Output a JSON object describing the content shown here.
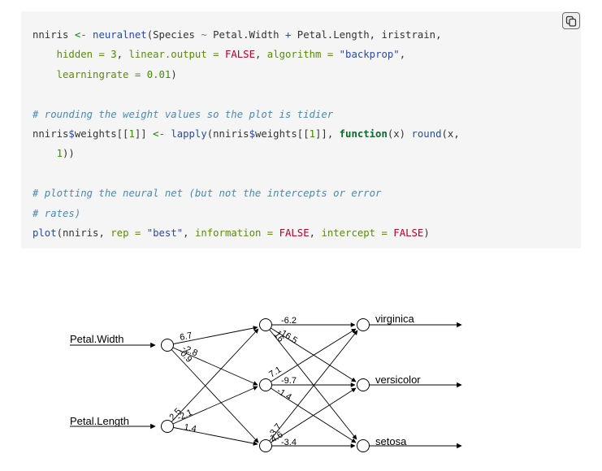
{
  "code_block": {
    "lines": [
      [
        {
          "t": "nniris ",
          "c": "ident"
        },
        {
          "t": "<-",
          "c": "op"
        },
        {
          "t": " ",
          "c": "ident"
        },
        {
          "t": "neuralnet",
          "c": "fn"
        },
        {
          "t": "(Species ",
          "c": "ident"
        },
        {
          "t": "~",
          "c": "tilde"
        },
        {
          "t": " Petal.Width ",
          "c": "ident"
        },
        {
          "t": "+",
          "c": "fn"
        },
        {
          "t": " Petal.Length, iristrain,",
          "c": "ident"
        }
      ],
      [
        {
          "t": "    ",
          "c": "ident"
        },
        {
          "t": "hidden",
          "c": "arg"
        },
        {
          "t": " = ",
          "c": "arg"
        },
        {
          "t": "3",
          "c": "num"
        },
        {
          "t": ", ",
          "c": "ident"
        },
        {
          "t": "linear.output",
          "c": "arg"
        },
        {
          "t": " = ",
          "c": "arg"
        },
        {
          "t": "FALSE",
          "c": "const"
        },
        {
          "t": ", ",
          "c": "ident"
        },
        {
          "t": "algorithm",
          "c": "arg"
        },
        {
          "t": " = ",
          "c": "arg"
        },
        {
          "t": "\"backprop\"",
          "c": "str"
        },
        {
          "t": ",",
          "c": "ident"
        }
      ],
      [
        {
          "t": "    ",
          "c": "ident"
        },
        {
          "t": "learningrate",
          "c": "arg"
        },
        {
          "t": " = ",
          "c": "arg"
        },
        {
          "t": "0.01",
          "c": "num"
        },
        {
          "t": ")",
          "c": "ident"
        }
      ],
      [],
      [
        {
          "t": "# rounding the weight values so the plot is tidier",
          "c": "comment"
        }
      ],
      [
        {
          "t": "nniris",
          "c": "ident"
        },
        {
          "t": "$",
          "c": "fn"
        },
        {
          "t": "weights[[",
          "c": "ident"
        },
        {
          "t": "1",
          "c": "num"
        },
        {
          "t": "]] ",
          "c": "ident"
        },
        {
          "t": "<-",
          "c": "op"
        },
        {
          "t": " ",
          "c": "ident"
        },
        {
          "t": "lapply",
          "c": "fn"
        },
        {
          "t": "(nniris",
          "c": "ident"
        },
        {
          "t": "$",
          "c": "fn"
        },
        {
          "t": "weights[[",
          "c": "ident"
        },
        {
          "t": "1",
          "c": "num"
        },
        {
          "t": "]], ",
          "c": "ident"
        },
        {
          "t": "function",
          "c": "kw"
        },
        {
          "t": "(x) ",
          "c": "ident"
        },
        {
          "t": "round",
          "c": "fn"
        },
        {
          "t": "(x,",
          "c": "ident"
        }
      ],
      [
        {
          "t": "    ",
          "c": "ident"
        },
        {
          "t": "1",
          "c": "num"
        },
        {
          "t": "))",
          "c": "ident"
        }
      ],
      [],
      [
        {
          "t": "# plotting the neural net (but not the intercepts or error",
          "c": "comment"
        }
      ],
      [
        {
          "t": "# rates)",
          "c": "comment"
        }
      ],
      [
        {
          "t": "plot",
          "c": "fn"
        },
        {
          "t": "(nniris, ",
          "c": "ident"
        },
        {
          "t": "rep",
          "c": "arg"
        },
        {
          "t": " = ",
          "c": "arg"
        },
        {
          "t": "\"best\"",
          "c": "str"
        },
        {
          "t": ", ",
          "c": "ident"
        },
        {
          "t": "information",
          "c": "arg"
        },
        {
          "t": " = ",
          "c": "arg"
        },
        {
          "t": "FALSE",
          "c": "const"
        },
        {
          "t": ", ",
          "c": "ident"
        },
        {
          "t": "intercept",
          "c": "arg"
        },
        {
          "t": " = ",
          "c": "arg"
        },
        {
          "t": "FALSE",
          "c": "const"
        },
        {
          "t": ")",
          "c": "ident"
        }
      ]
    ]
  },
  "copy_button": {
    "icon": "copy-icon"
  },
  "plot": {
    "inputs": {
      "petal_width": "Petal.Width",
      "petal_length": "Petal.Length"
    },
    "outputs": {
      "virginica": "virginica",
      "versicolor": "versicolor",
      "setosa": "setosa"
    },
    "weights": {
      "w_i1_h1": "6.7",
      "w_i1_h2": "-2.8",
      "w_i1_h3": "-0.9",
      "w_i2_h1": "2.5",
      "w_i2_h2": "-2.1",
      "w_i2_h3": "1.4",
      "w_h1_o1": "-6.2",
      "w_h1_o2": "-16.5",
      "w_h1_o3": "16",
      "w_h2_o1": "7.1",
      "w_h2_o2": "-9.7",
      "w_h2_o3": "-1.4",
      "w_h3_o1": "-3.7",
      "w_h3_o2": "4.6",
      "w_h3_o3": "-3.4"
    }
  }
}
